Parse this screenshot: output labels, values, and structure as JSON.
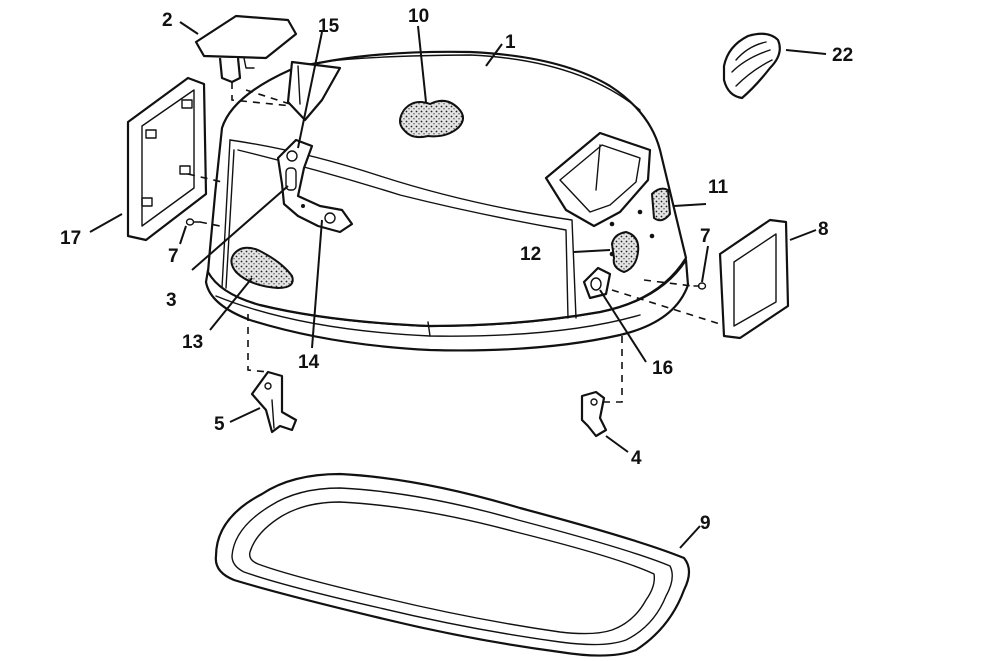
{
  "callouts": {
    "c1": "1",
    "c2": "2",
    "c3": "3",
    "c4": "4",
    "c5": "5",
    "c7a": "7",
    "c7b": "7",
    "c8": "8",
    "c9": "9",
    "c10": "10",
    "c11": "11",
    "c12": "12",
    "c13": "13",
    "c14": "14",
    "c15": "15",
    "c16": "16",
    "c17": "17",
    "c22": "22"
  }
}
